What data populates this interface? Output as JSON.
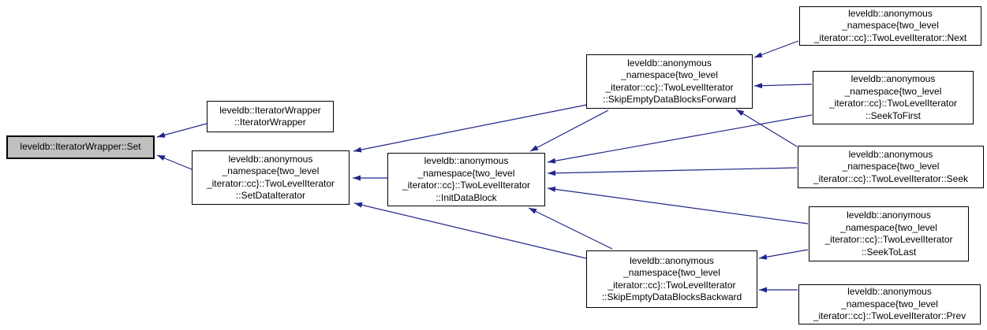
{
  "graph": {
    "kind": "caller-graph",
    "edge_color": "#22268a",
    "node_border_color": "#000000",
    "node_fill_color": "#ffffff",
    "highlighted_node_fill_color": "#c0c0c0",
    "text_color": "#000000"
  },
  "nodes": {
    "set": {
      "lines": [
        "leveldb::IteratorWrapper::Set"
      ],
      "highlighted": true
    },
    "iterator_wrapper_ctor": {
      "lines": [
        "leveldb::IteratorWrapper",
        "::IteratorWrapper"
      ]
    },
    "set_data_iterator": {
      "lines": [
        "leveldb::anonymous",
        "_namespace{two_level",
        "_iterator::cc}::TwoLevelIterator",
        "::SetDataIterator"
      ]
    },
    "init_data_block": {
      "lines": [
        "leveldb::anonymous",
        "_namespace{two_level",
        "_iterator::cc}::TwoLevelIterator",
        "::InitDataBlock"
      ]
    },
    "skip_empty_forward": {
      "lines": [
        "leveldb::anonymous",
        "_namespace{two_level",
        "_iterator::cc}::TwoLevelIterator",
        "::SkipEmptyDataBlocksForward"
      ]
    },
    "skip_empty_backward": {
      "lines": [
        "leveldb::anonymous",
        "_namespace{two_level",
        "_iterator::cc}::TwoLevelIterator",
        "::SkipEmptyDataBlocksBackward"
      ]
    },
    "next": {
      "lines": [
        "leveldb::anonymous",
        "_namespace{two_level",
        "_iterator::cc}::TwoLevelIterator::Next"
      ]
    },
    "seek_to_first": {
      "lines": [
        "leveldb::anonymous",
        "_namespace{two_level",
        "_iterator::cc}::TwoLevelIterator",
        "::SeekToFirst"
      ]
    },
    "seek": {
      "lines": [
        "leveldb::anonymous",
        "_namespace{two_level",
        "_iterator::cc}::TwoLevelIterator::Seek"
      ]
    },
    "seek_to_last": {
      "lines": [
        "leveldb::anonymous",
        "_namespace{two_level",
        "_iterator::cc}::TwoLevelIterator",
        "::SeekToLast"
      ]
    },
    "prev": {
      "lines": [
        "leveldb::anonymous",
        "_namespace{two_level",
        "_iterator::cc}::TwoLevelIterator::Prev"
      ]
    }
  },
  "edges": [
    {
      "from": "iterator_wrapper_ctor",
      "to": "set"
    },
    {
      "from": "set_data_iterator",
      "to": "set"
    },
    {
      "from": "init_data_block",
      "to": "set_data_iterator"
    },
    {
      "from": "skip_empty_forward",
      "to": "set_data_iterator"
    },
    {
      "from": "skip_empty_backward",
      "to": "set_data_iterator"
    },
    {
      "from": "skip_empty_forward",
      "to": "init_data_block"
    },
    {
      "from": "seek_to_first",
      "to": "init_data_block"
    },
    {
      "from": "seek",
      "to": "init_data_block"
    },
    {
      "from": "seek_to_last",
      "to": "init_data_block"
    },
    {
      "from": "skip_empty_backward",
      "to": "init_data_block"
    },
    {
      "from": "next",
      "to": "skip_empty_forward"
    },
    {
      "from": "seek_to_first",
      "to": "skip_empty_forward"
    },
    {
      "from": "seek",
      "to": "skip_empty_forward"
    },
    {
      "from": "seek_to_last",
      "to": "skip_empty_backward"
    },
    {
      "from": "prev",
      "to": "skip_empty_backward"
    }
  ]
}
